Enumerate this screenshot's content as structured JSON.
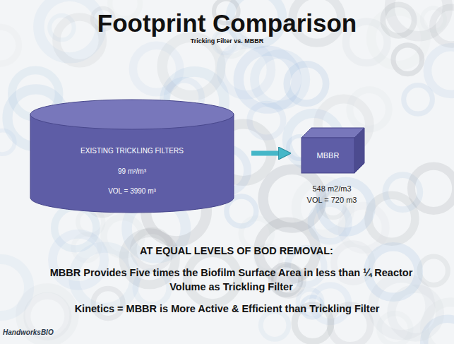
{
  "diagram": {
    "title": "Footprint Comparison",
    "nodes": [
      {
        "text": [
          "EXISTING TRICKLING FILTERS",
          "99 m²/m³",
          "VOL = 3990 m³"
        ]
      },
      {
        "text": [
          "MBBR",
          "548 m2/m3",
          "VOL = 720 m3"
        ]
      }
    ],
    "edges": [
      {
        "from": 0,
        "to": 1,
        "arrow": "to"
      }
    ],
    "labels": [
      "Tricking Filter vs. MBBR",
      "AT EQUAL LEVELS OF BOD REMOVAL:",
      "MBBR Provides Five times the Biofilm Surface Area in less than ¼ Reactor Volume as Trickling Filter",
      "Kinetics = MBBR is More Active & Efficient than Trickling Filter",
      "HandworksBIO"
    ]
  }
}
